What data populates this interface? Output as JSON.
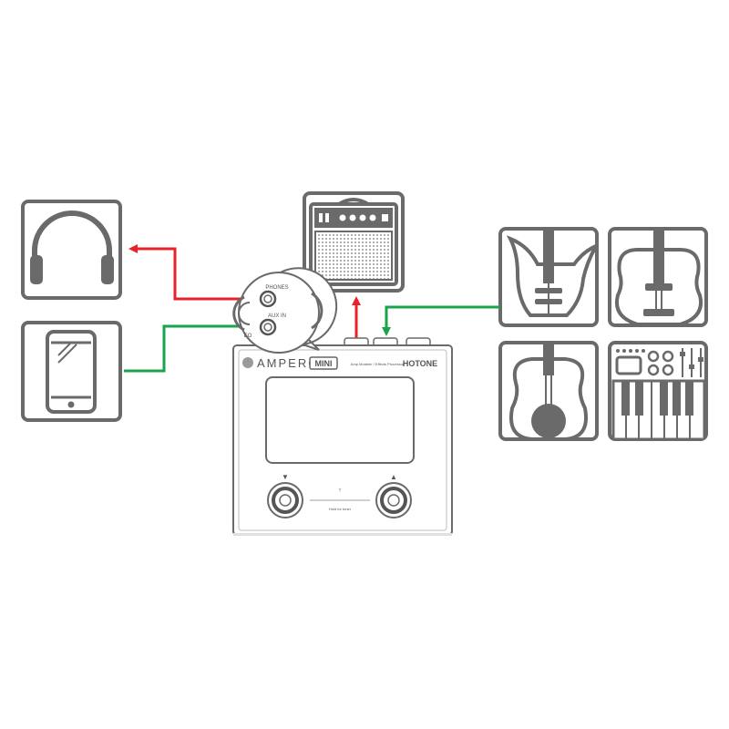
{
  "colors": {
    "output_arrow": "#e8212a",
    "input_arrow": "#1aa34a",
    "outline": "#6a6a6a",
    "background": "#ffffff"
  },
  "device": {
    "brand": "AMPERO",
    "model": "MINI",
    "subtitle": "Amp Modeler / Effects Processor",
    "maker": "HOTONE",
    "footswitch_hint": "Hold for tuner",
    "left_switch_glyph": "▼",
    "right_switch_glyph": "▲"
  },
  "jacks": {
    "phones_label": "PHONES",
    "aux_in_label": "AUX IN",
    "partial_label": "EO"
  },
  "icons": {
    "headphones": "headphones-icon",
    "phone": "smartphone-icon",
    "amplifier": "amplifier-icon",
    "electric_guitar": "electric-guitar-icon",
    "acoustic_guitar": "acoustic-guitar-icon",
    "classical_guitar": "classical-guitar-icon",
    "keyboard": "keyboard-synth-icon"
  }
}
